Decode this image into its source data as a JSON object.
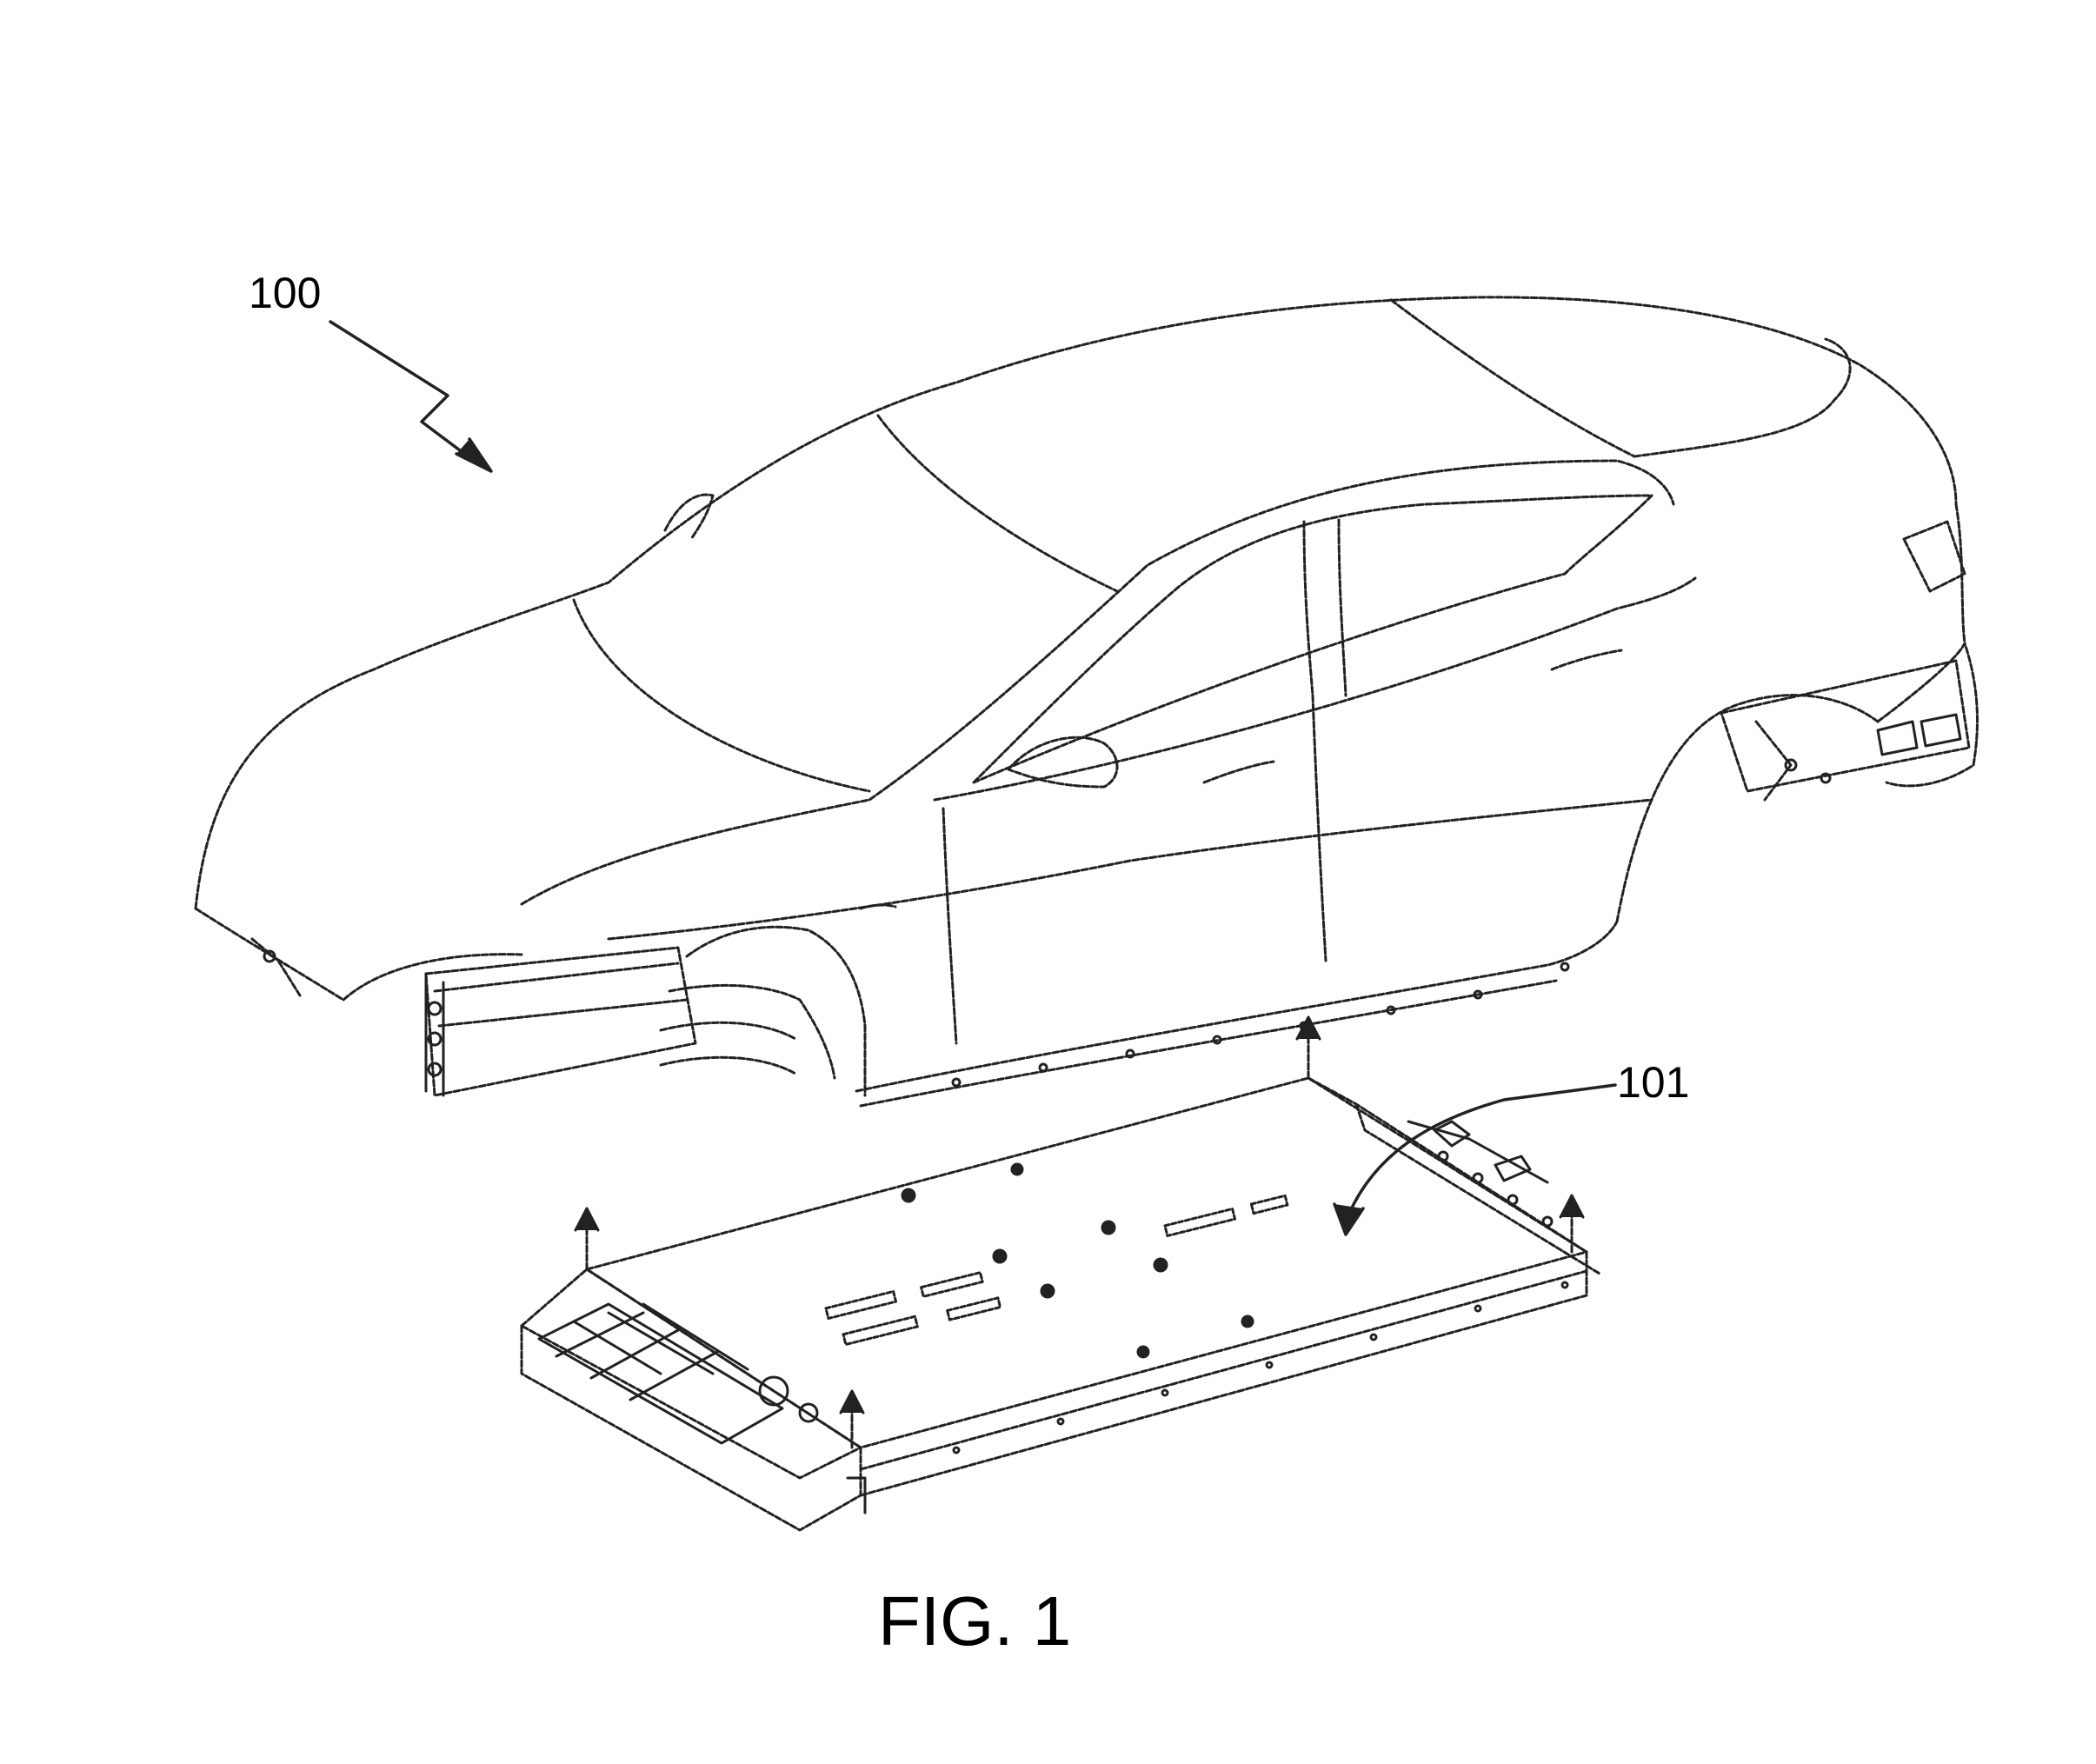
{
  "figure": {
    "caption": "FIG. 1",
    "reference_numerals": {
      "vehicle": "100",
      "battery_pack": "101"
    }
  }
}
